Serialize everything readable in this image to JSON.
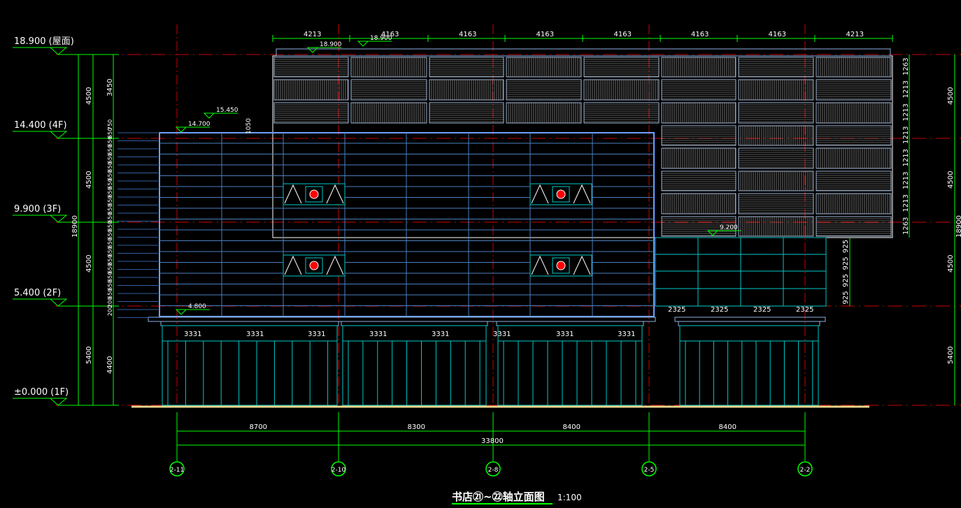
{
  "colors": {
    "background": "#000000",
    "level": "#00ff00",
    "dim": "#00ff00",
    "axis": "#ff0000",
    "text": "#ffffff",
    "facade": "#6fa0ff",
    "facade_inner": "#4a7fc0",
    "glass": "#00c8c8",
    "ground": "#e8d48a",
    "marker": "#ff0000"
  },
  "levels": [
    {
      "label": "18.900 (屋面)"
    },
    {
      "label": "14.400 (4F)"
    },
    {
      "label": "9.900 (3F)"
    },
    {
      "label": "5.400 (2F)"
    },
    {
      "label": "±0.000 (1F)"
    }
  ],
  "left_dims": {
    "storey": [
      "4500",
      "4500",
      "4500",
      "5400"
    ],
    "total": "18900",
    "parapet": "3450",
    "step": "1050",
    "sub": [
      "750",
      "650",
      "650",
      "650",
      "650",
      "650",
      "650",
      "650",
      "650",
      "650",
      "650",
      "650",
      "650",
      "650",
      "650",
      "650",
      "650",
      "650",
      "650",
      "650",
      "650",
      "200",
      "200"
    ],
    "base": "4400"
  },
  "right_dims": {
    "storey": [
      "4500",
      "4500",
      "4500",
      "5400"
    ],
    "panels": [
      "1263",
      "1213",
      "1213",
      "1213",
      "1213",
      "1213",
      "1213",
      "1263"
    ],
    "glass": [
      "925",
      "925",
      "925",
      "925"
    ],
    "total_partial": "18900"
  },
  "top_dims": [
    "4213",
    "4163",
    "4163",
    "4163",
    "4163",
    "4163",
    "4163",
    "4213"
  ],
  "elev_marks": [
    "18.900",
    "18.900",
    "15.450",
    "14.700",
    "9.200",
    "4.800"
  ],
  "shop_dims": [
    "3331",
    "3331",
    "3331",
    "3331",
    "3331",
    "3331",
    "3331",
    "3331"
  ],
  "side_dims": [
    "2325",
    "2325",
    "2325",
    "2325"
  ],
  "bottom_dims": {
    "spans": [
      "8700",
      "8300",
      "8400",
      "8400"
    ],
    "total": "33800"
  },
  "axes": [
    "2-11",
    "2-10",
    "2-8",
    "2-5",
    "2-2"
  ],
  "title": "书店㉑~㉒轴立面图",
  "scale": "1:100"
}
